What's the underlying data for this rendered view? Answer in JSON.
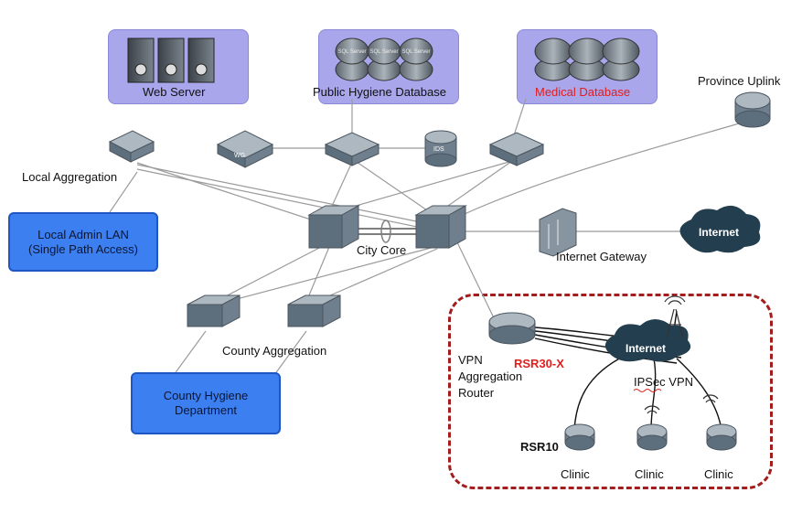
{
  "servers": {
    "web": "Web Server",
    "hygiene_db": "Public Hygiene Database",
    "medical_db": "Medical Database",
    "sql_tag": "SQL Server",
    "ids_tag": "IDS",
    "wg_tag": "WG"
  },
  "nodes": {
    "province_uplink": "Province Uplink",
    "local_aggregation": "Local Aggregation",
    "local_admin_lan_line1": "Local Admin LAN",
    "local_admin_lan_line2": "(Single Path Access)",
    "city_core": "City Core",
    "county_aggregation": "County Aggregation",
    "county_dept_line1": "County Hygiene",
    "county_dept_line2": "Department",
    "internet_gateway": "Internet Gateway",
    "internet": "Internet"
  },
  "vpn": {
    "router_line1": "VPN",
    "router_line2": "Aggregation",
    "router_line3": "Router",
    "router_model": "RSR30-X",
    "internet": "Internet",
    "ipsec": "IPSec VPN",
    "branch_model": "RSR10",
    "clinics": [
      "Clinic",
      "Clinic",
      "Clinic"
    ]
  },
  "colors": {
    "zone_purple": "#a9a6ec",
    "box_blue": "#3c7ff0",
    "accent_red": "#e01e1e",
    "vpn_border": "#a31d1d",
    "device": "#5d6e7d",
    "cloud": "#233e4e"
  }
}
